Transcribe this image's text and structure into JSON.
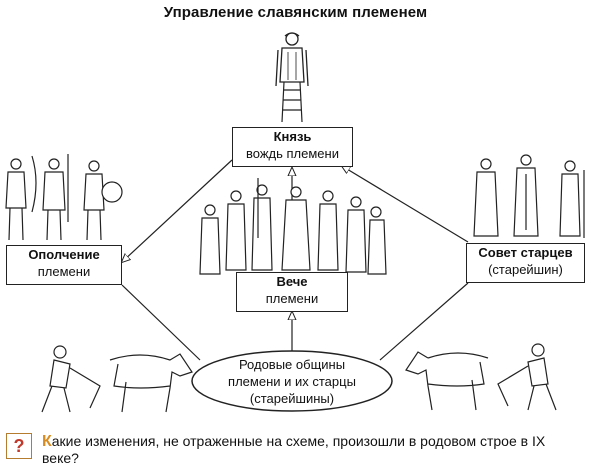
{
  "title": "Управление славянским племенем",
  "nodes": {
    "prince": {
      "line1": "Князь",
      "line2": "вождь племени"
    },
    "militia": {
      "line1": "Ополчение",
      "line2": "племени"
    },
    "council": {
      "line1": "Совет старцев",
      "line2": "(старейшин)"
    },
    "veche": {
      "line1": "Вече",
      "line2": "племени"
    },
    "communities": {
      "line1": "Родовые общины",
      "line2": "племени и их старцы",
      "line3": "(старейшины)"
    }
  },
  "question": {
    "icon": "?",
    "first_letter": "К",
    "text": "акие изменения, не отраженные на схеме, произошли в родовом строе в IX веке?"
  },
  "colors": {
    "accent": "#d98c1f",
    "icon_border": "#b57b2e",
    "icon_text": "#c0392b",
    "line": "#222222"
  },
  "icons": [
    "prince-figure-icon",
    "warriors-group-icon",
    "elders-group-icon",
    "veche-crowd-icon",
    "plowman-left-icon",
    "plowman-right-icon"
  ]
}
